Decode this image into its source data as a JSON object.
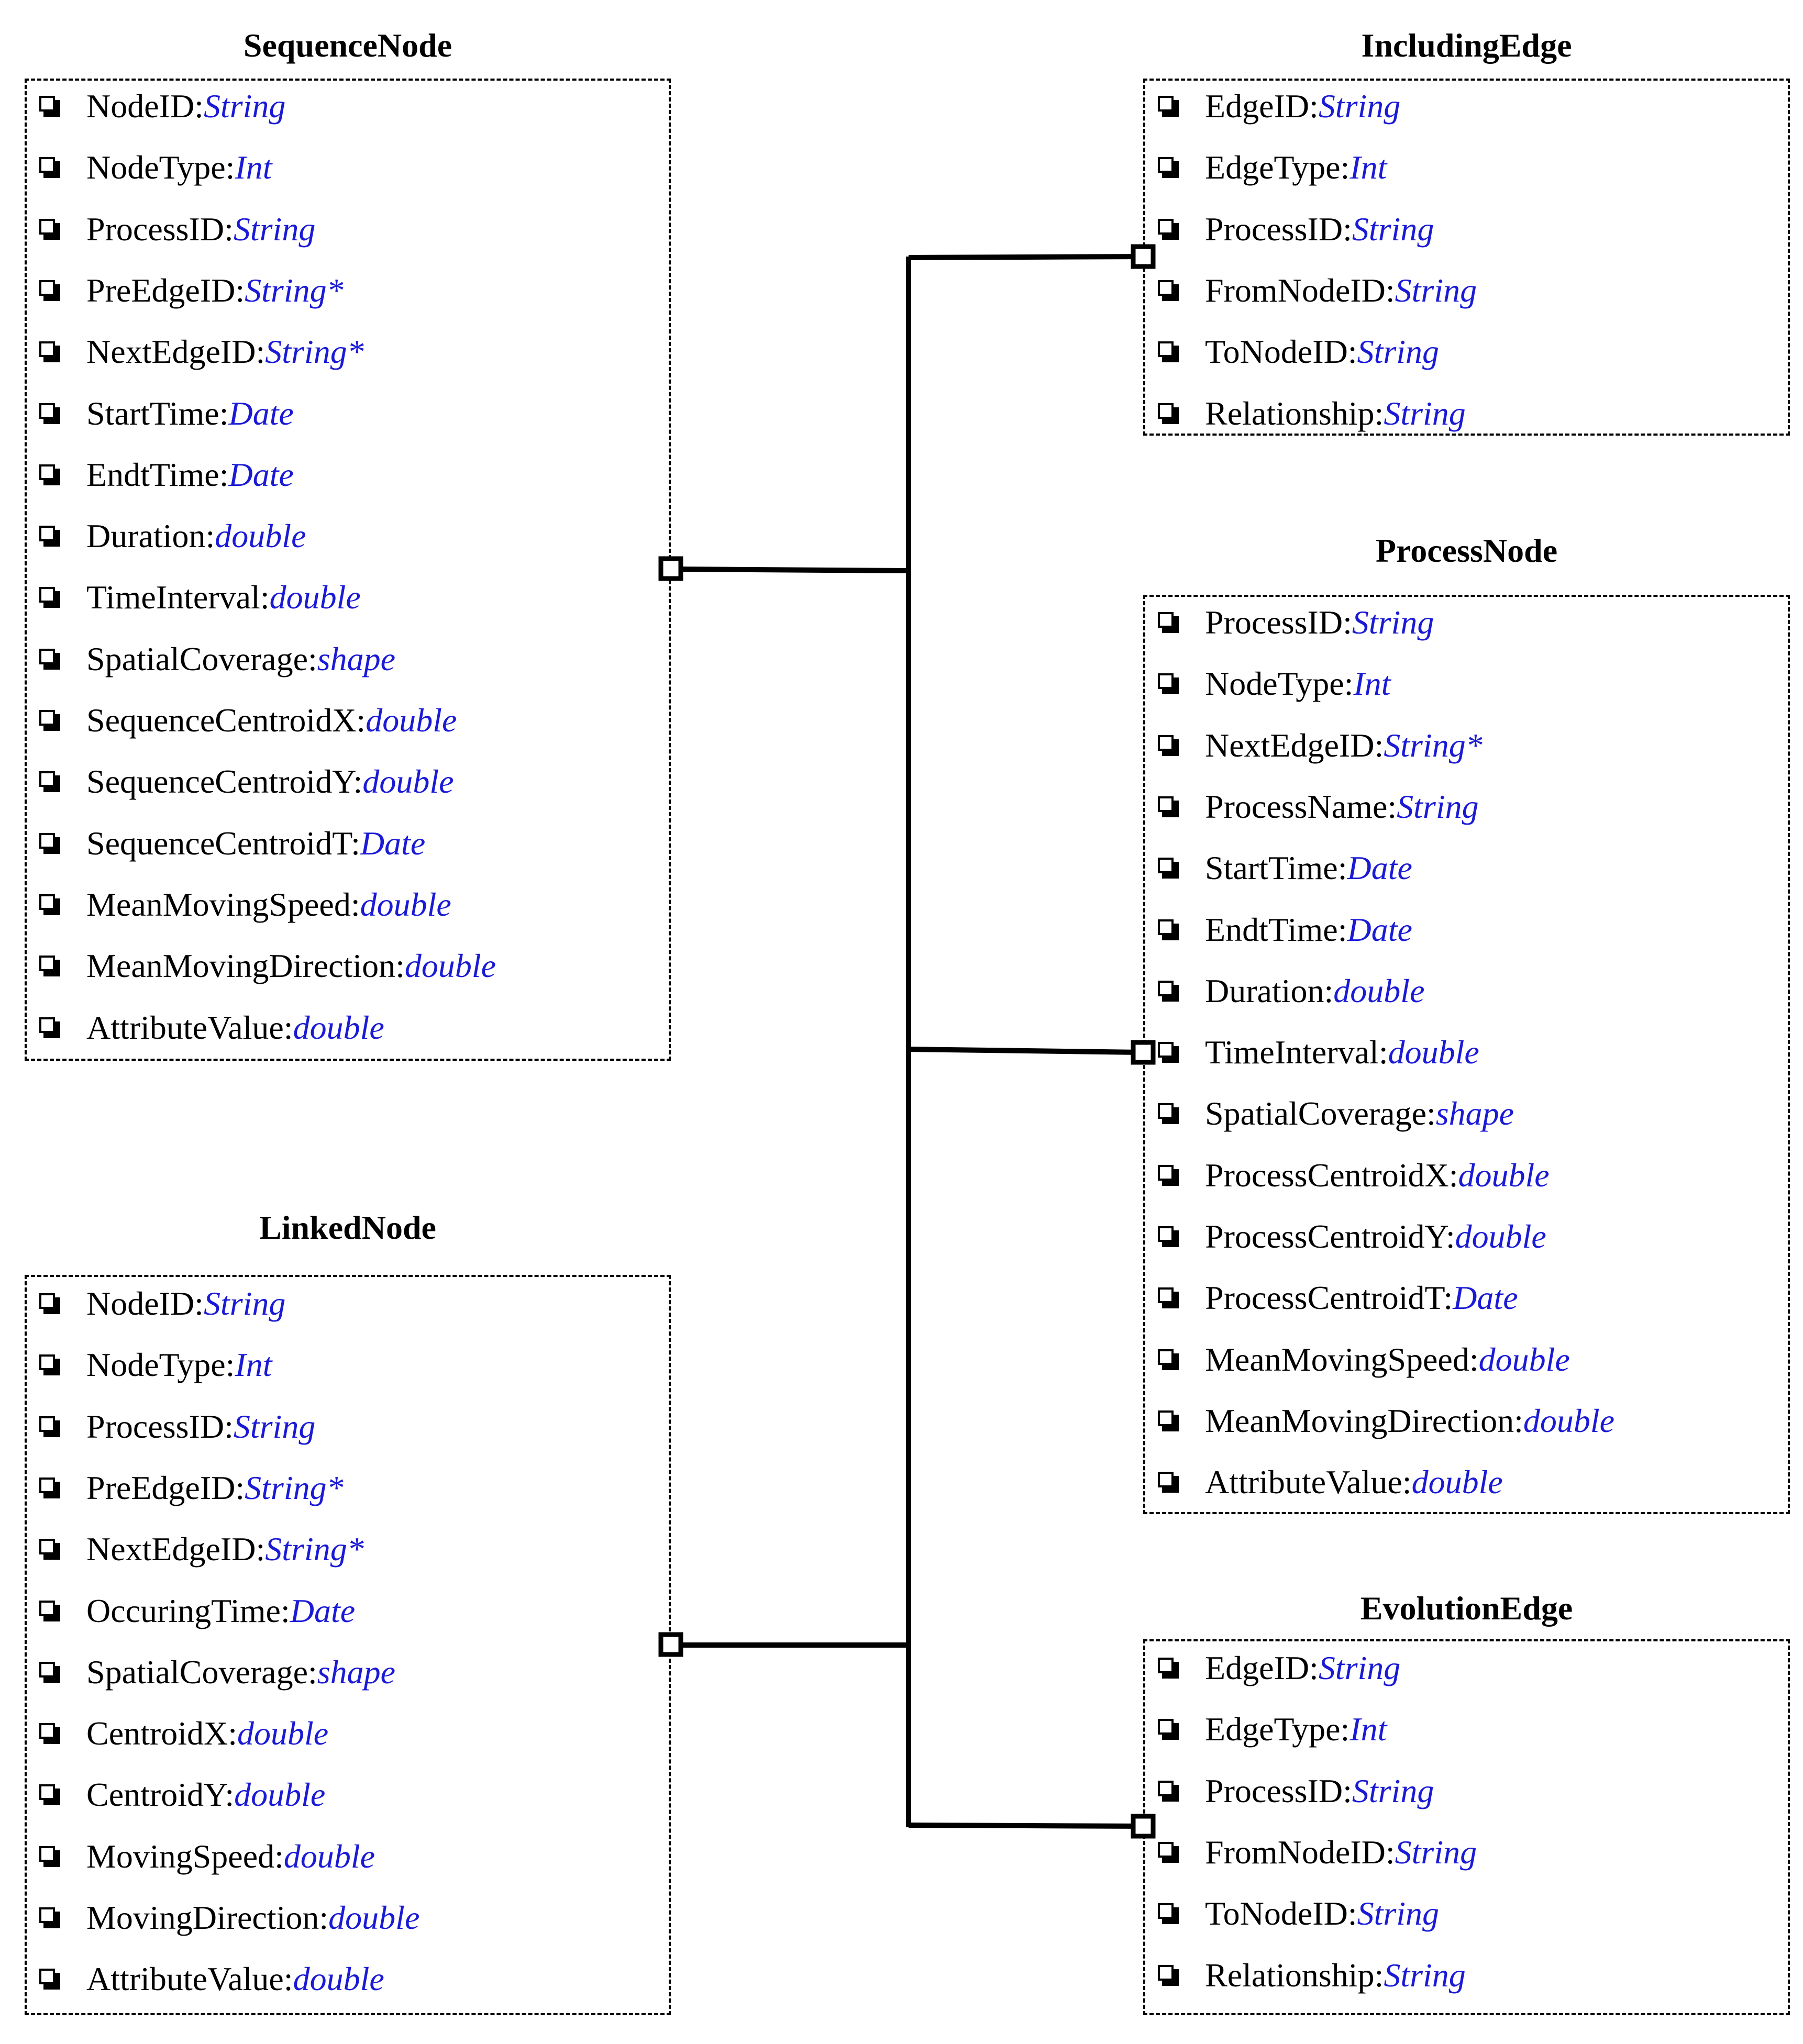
{
  "entities": {
    "sequence_node": {
      "title": "SequenceNode",
      "attributes": [
        {
          "name": "NodeID:",
          "type": "String"
        },
        {
          "name": "NodeType:",
          "type": "Int"
        },
        {
          "name": "ProcessID:",
          "type": "String"
        },
        {
          "name": "PreEdgeID:",
          "type": "String*"
        },
        {
          "name": "NextEdgeID:",
          "type": "String*"
        },
        {
          "name": "StartTime:",
          "type": "Date"
        },
        {
          "name": "EndtTime:",
          "type": "Date"
        },
        {
          "name": "Duration:",
          "type": "double"
        },
        {
          "name": "TimeInterval:",
          "type": "double"
        },
        {
          "name": "SpatialCoverage:",
          "type": "shape"
        },
        {
          "name": "SequenceCentroidX:",
          "type": "double"
        },
        {
          "name": "SequenceCentroidY:",
          "type": "double"
        },
        {
          "name": "SequenceCentroidT:",
          "type": "Date"
        },
        {
          "name": "MeanMovingSpeed:",
          "type": "double"
        },
        {
          "name": "MeanMovingDirection:",
          "type": "double"
        },
        {
          "name": "AttributeValue:",
          "type": "double"
        }
      ]
    },
    "linked_node": {
      "title": "LinkedNode",
      "attributes": [
        {
          "name": "NodeID:",
          "type": "String"
        },
        {
          "name": "NodeType:",
          "type": "Int"
        },
        {
          "name": "ProcessID:",
          "type": "String"
        },
        {
          "name": "PreEdgeID:",
          "type": "String*"
        },
        {
          "name": "NextEdgeID:",
          "type": "String*"
        },
        {
          "name": "OccuringTime:",
          "type": "Date"
        },
        {
          "name": "SpatialCoverage:",
          "type": "shape"
        },
        {
          "name": "CentroidX:",
          "type": "double"
        },
        {
          "name": "CentroidY:",
          "type": "double"
        },
        {
          "name": "MovingSpeed:",
          "type": "double"
        },
        {
          "name": "MovingDirection:",
          "type": "double"
        },
        {
          "name": "AttributeValue:",
          "type": "double"
        }
      ]
    },
    "including_edge": {
      "title": "IncludingEdge",
      "attributes": [
        {
          "name": "EdgeID:",
          "type": "String"
        },
        {
          "name": "EdgeType:",
          "type": "Int"
        },
        {
          "name": "ProcessID:",
          "type": "String"
        },
        {
          "name": "FromNodeID:",
          "type": "String"
        },
        {
          "name": "ToNodeID:",
          "type": "String"
        },
        {
          "name": "Relationship:",
          "type": "String"
        }
      ]
    },
    "process_node": {
      "title": "ProcessNode",
      "attributes": [
        {
          "name": "ProcessID:",
          "type": "String"
        },
        {
          "name": "NodeType:",
          "type": "Int"
        },
        {
          "name": "NextEdgeID:",
          "type": "String*"
        },
        {
          "name": "ProcessName:",
          "type": "String"
        },
        {
          "name": "StartTime:",
          "type": "Date"
        },
        {
          "name": "EndtTime:",
          "type": "Date"
        },
        {
          "name": "Duration:",
          "type": "double"
        },
        {
          "name": "TimeInterval:",
          "type": "double"
        },
        {
          "name": "SpatialCoverage:",
          "type": "shape"
        },
        {
          "name": "ProcessCentroidX:",
          "type": "double"
        },
        {
          "name": "ProcessCentroidY:",
          "type": "double"
        },
        {
          "name": "ProcessCentroidT:",
          "type": "Date"
        },
        {
          "name": "MeanMovingSpeed:",
          "type": "double"
        },
        {
          "name": "MeanMovingDirection:",
          "type": "double"
        },
        {
          "name": "AttributeValue:",
          "type": "double"
        }
      ]
    },
    "evolution_edge": {
      "title": "EvolutionEdge",
      "attributes": [
        {
          "name": "EdgeID:",
          "type": "String"
        },
        {
          "name": "EdgeType:",
          "type": "Int"
        },
        {
          "name": "ProcessID:",
          "type": "String"
        },
        {
          "name": "FromNodeID:",
          "type": "String"
        },
        {
          "name": "ToNodeID:",
          "type": "String"
        },
        {
          "name": "Relationship:",
          "type": "String"
        }
      ]
    }
  },
  "colors": {
    "type_text": "#1a1ad6",
    "name_text": "#000000",
    "border": "#000000"
  }
}
